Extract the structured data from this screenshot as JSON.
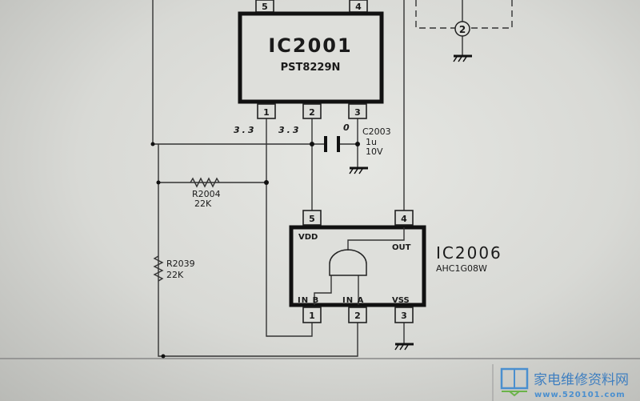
{
  "ic2001": {
    "ref": "IC2001",
    "part": "PST8229N",
    "pins": {
      "top_left": "5",
      "top_right": "4",
      "bottom": [
        "1",
        "2",
        "3"
      ]
    }
  },
  "voltages": {
    "pin1": "3.3",
    "pin2": "3.3",
    "pin3": "0"
  },
  "c2003": {
    "ref": "C2003",
    "value": "1u",
    "voltage": "10V"
  },
  "r2004": {
    "ref": "R2004",
    "value": "22K"
  },
  "r2039": {
    "ref": "R2039",
    "value": "22K"
  },
  "ic2006": {
    "ref": "IC2006",
    "part": "AHC1G08W",
    "vdd": "VDD",
    "out": "OUT",
    "in_b": "IN B",
    "in_a": "IN A",
    "vss": "VSS",
    "pins": {
      "top_left": "5",
      "top_right": "4",
      "bottom": [
        "1",
        "2",
        "3"
      ]
    }
  },
  "connector": {
    "pin": "2"
  },
  "watermark": {
    "name": "家电维修资料网",
    "url": "www.520101.com"
  }
}
